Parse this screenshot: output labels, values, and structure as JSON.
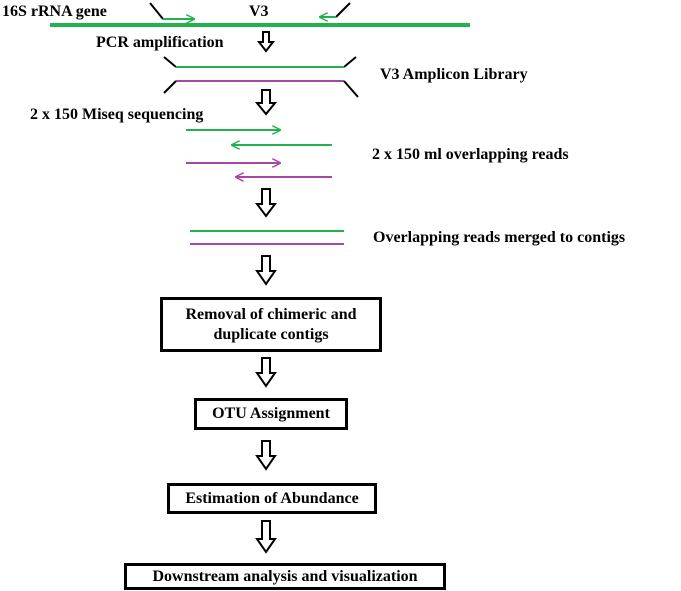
{
  "gene_label": "16S rRNA gene",
  "region_label": "V3",
  "steps": {
    "pcr": "PCR amplification",
    "library": "V3 Amplicon Library",
    "sequencing": "2 x 150 Miseq sequencing",
    "reads": "2 x 150 ml overlapping reads",
    "merged": "Overlapping reads merged to contigs"
  },
  "boxes": {
    "removal_line1": "Removal of chimeric and",
    "removal_line2": "duplicate contigs",
    "otu": "OTU Assignment",
    "abundance": "Estimation of Abundance",
    "downstream": "Downstream analysis and visualization"
  },
  "colors": {
    "green": "#22b14c",
    "purple": "#a349a4",
    "black": "#000000"
  }
}
